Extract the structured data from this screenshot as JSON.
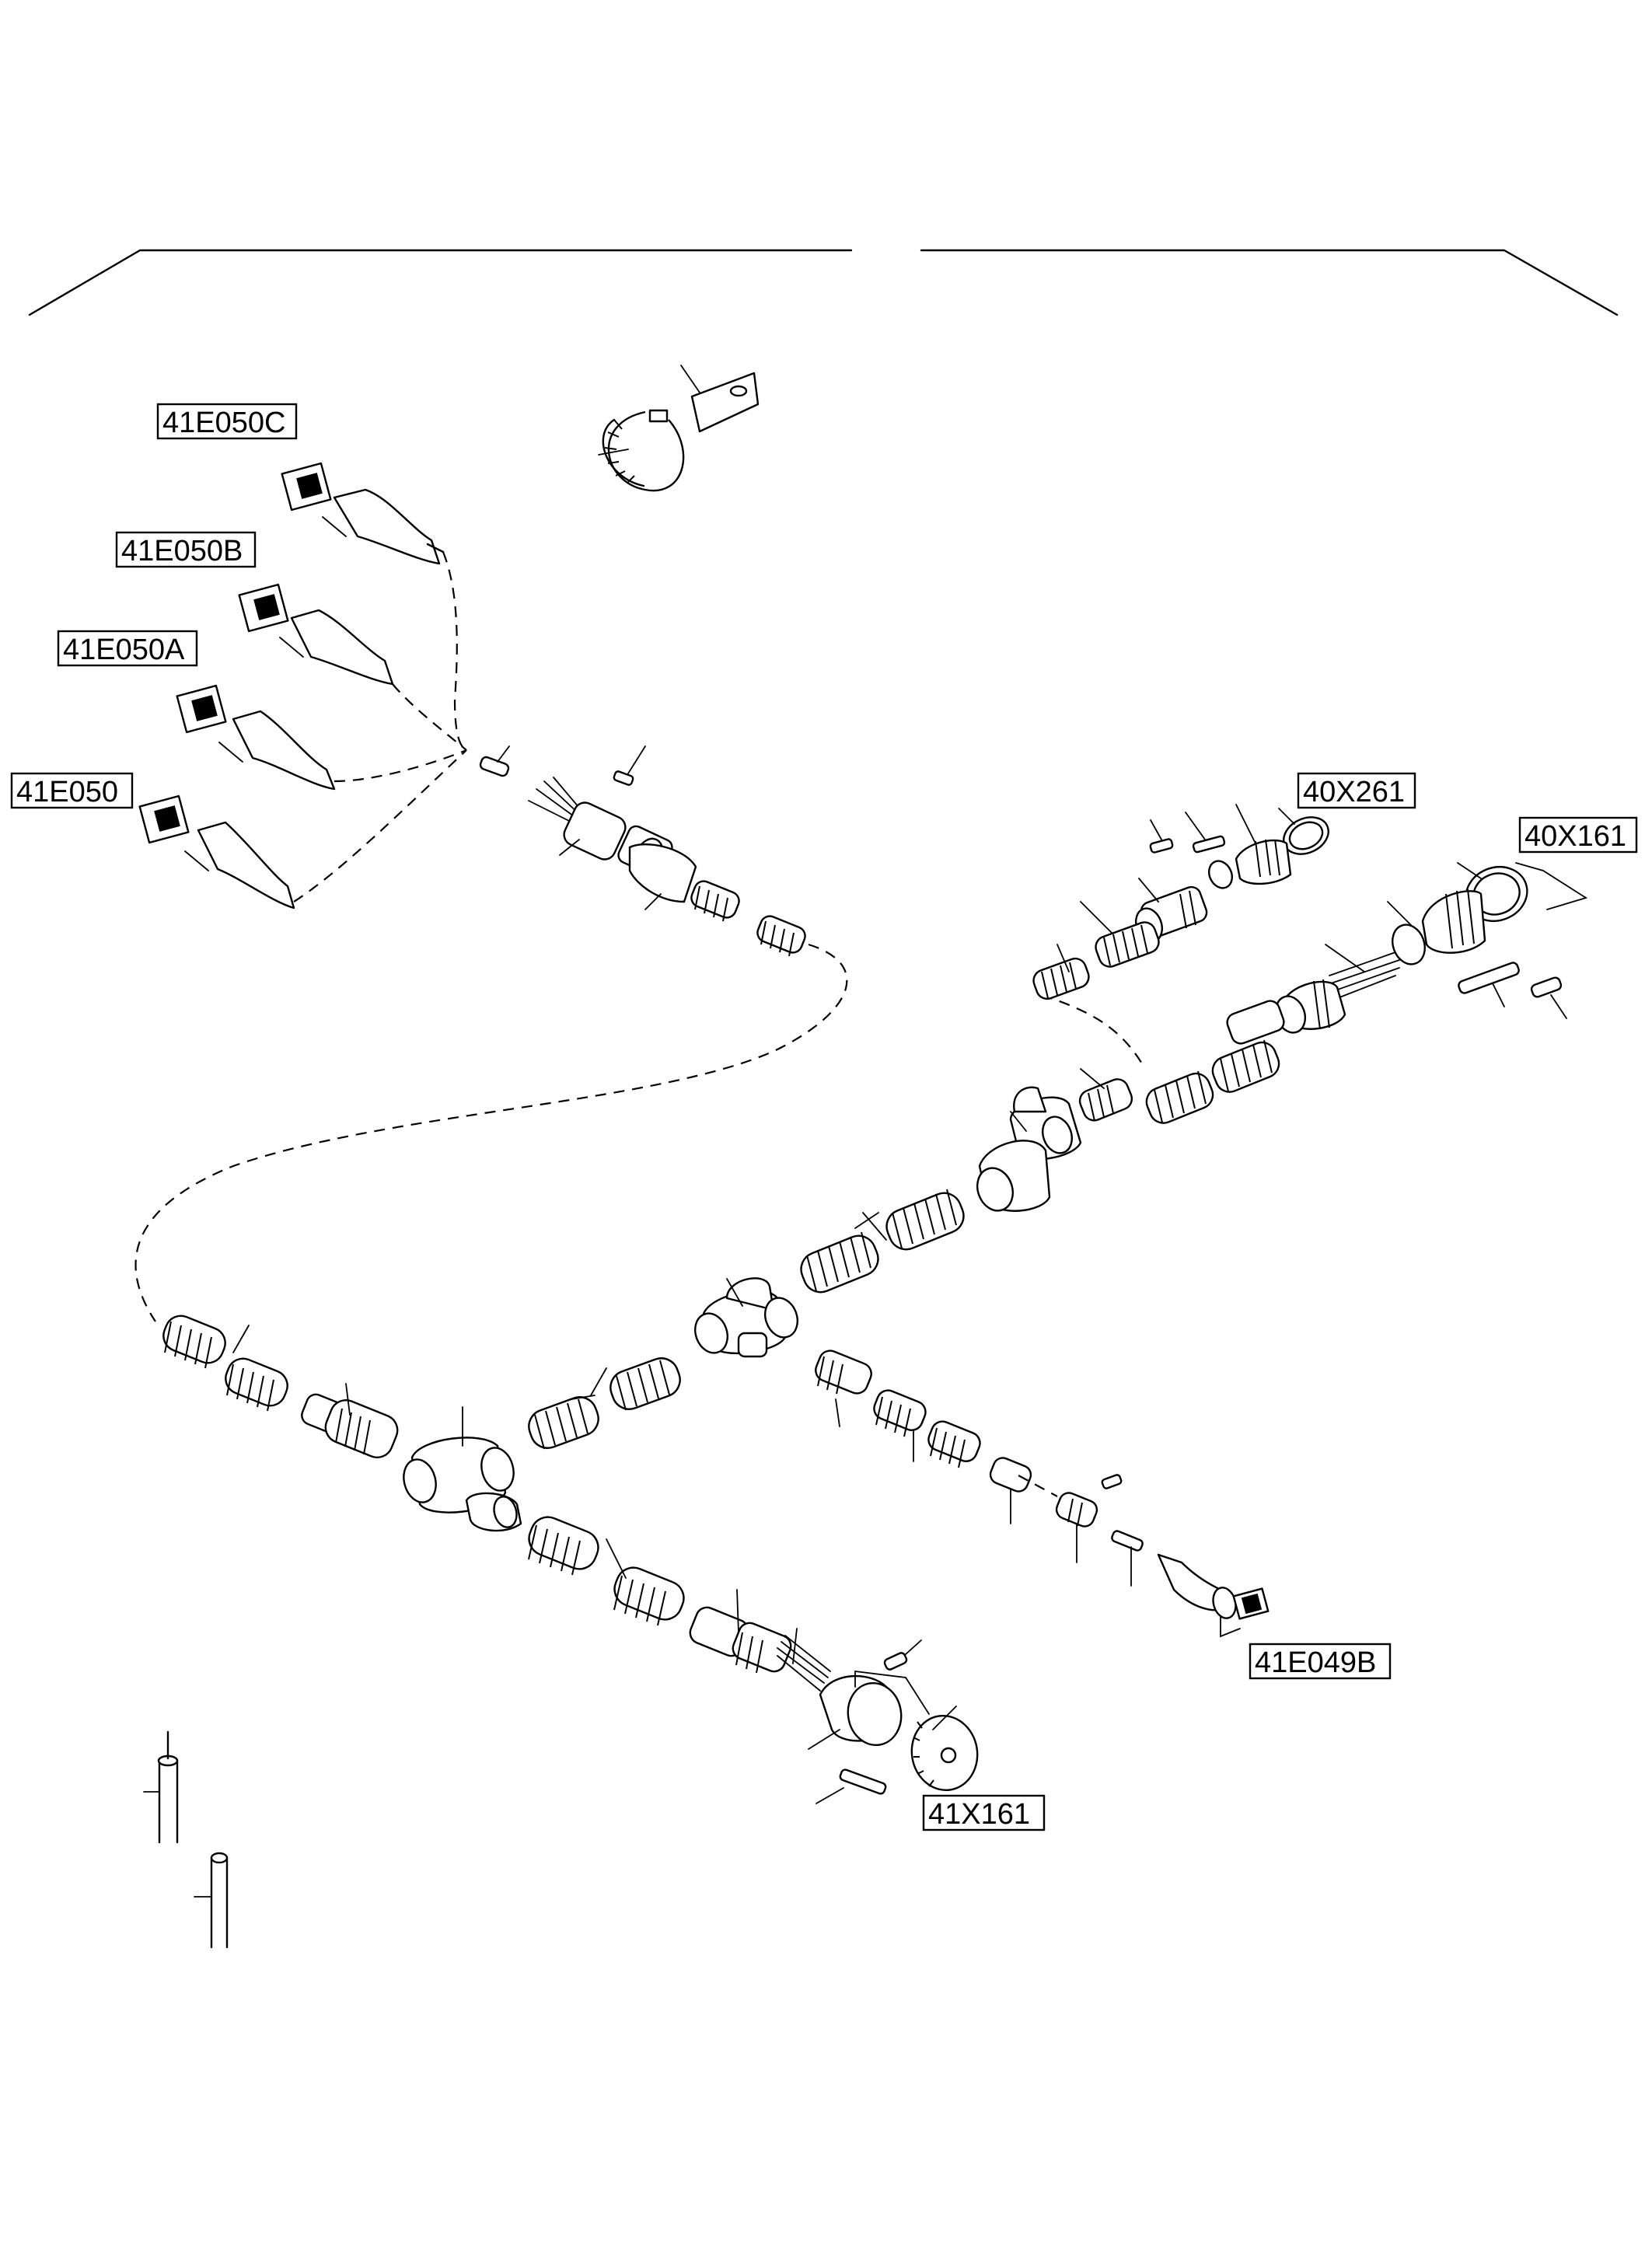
{
  "colors": {
    "ink": "#000000",
    "paper": "#ffffff"
  },
  "labels": {
    "l41e050c": "41E050C",
    "l41e050b": "41E050B",
    "l41e050a": "41E050A",
    "l41e050": "41E050",
    "l40x261": "40X261",
    "l40x161": "40X161",
    "l41e049b": "41E049B",
    "l41x161": "41X161"
  }
}
